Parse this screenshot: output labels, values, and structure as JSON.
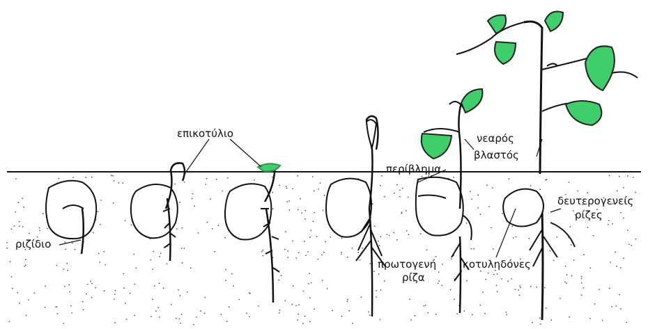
{
  "labels": {
    "epicotyl": "επικοτύλιο",
    "radicle": "ριζίδιο",
    "seed_coat": "περίβλημα",
    "young_shoot_1": "νεαρός",
    "young_shoot_2": "βλαστός",
    "primary_root_1": "πρωτογενή",
    "primary_root_2": "ρίζα",
    "cotyledons": "κοτυληδόνες",
    "secondary_roots_1": "δευτερογενείς",
    "secondary_roots_2": "ρίζες"
  },
  "colors": {
    "leaf": "#3fcf6a",
    "ink": "#111111",
    "soil_dot": "#555555"
  }
}
